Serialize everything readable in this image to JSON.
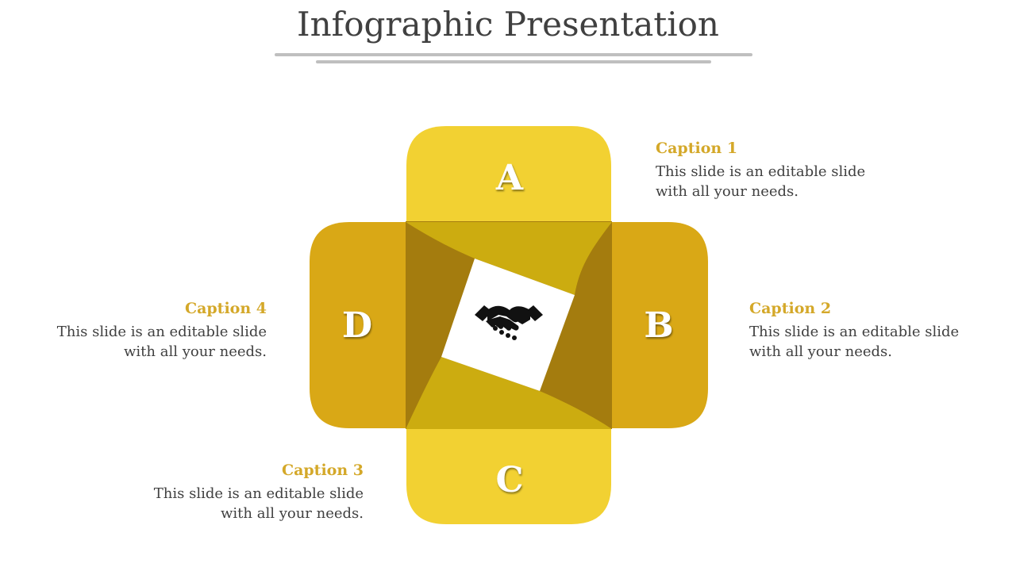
{
  "slide": {
    "title": "Infographic Presentation"
  },
  "colors": {
    "top_bottom_petal": "#F2D132",
    "side_petal": "#D9A816",
    "center_dark": "#A47C0E",
    "center_mid": "#CCAC10",
    "caption_title": "#D4A829",
    "body_text": "#404040",
    "rule": "#BFBFBF"
  },
  "center_icon": "handshake-icon",
  "petals": [
    {
      "letter": "A"
    },
    {
      "letter": "B"
    },
    {
      "letter": "C"
    },
    {
      "letter": "D"
    }
  ],
  "captions": [
    {
      "title": "Caption 1",
      "line1": "This slide is an editable slide",
      "line2": "with all your needs."
    },
    {
      "title": "Caption 2",
      "line1": "This slide is an editable slide",
      "line2": "with all your needs."
    },
    {
      "title": "Caption 3",
      "line1": "This slide is an editable slide",
      "line2": "with all your needs."
    },
    {
      "title": "Caption 4",
      "line1": "This slide is an editable slide",
      "line2": "with all your needs."
    }
  ]
}
